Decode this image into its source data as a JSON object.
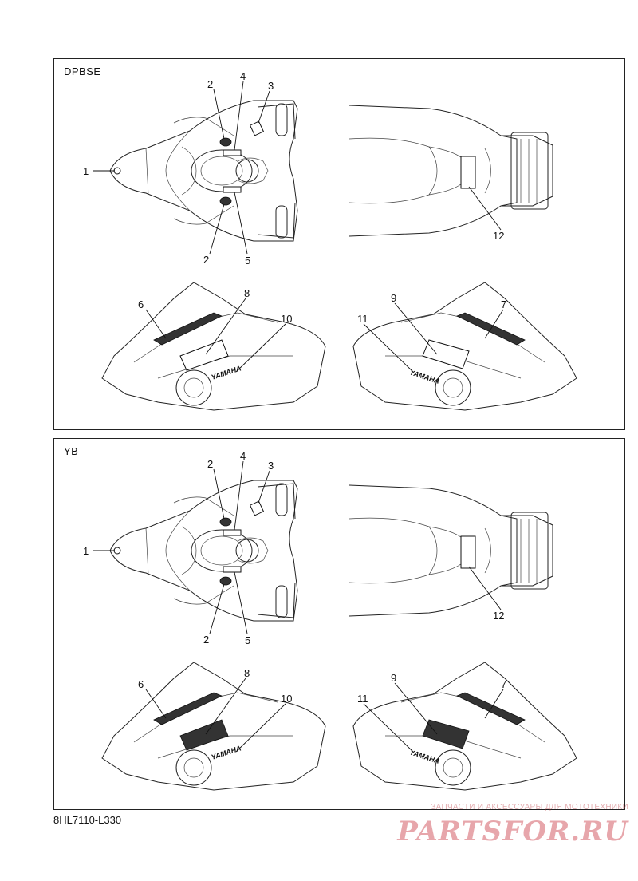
{
  "page": {
    "part_code": "8HL7110-L330"
  },
  "panels": [
    {
      "id": "dpbse",
      "label": "DPBSE",
      "callouts": [
        "1",
        "2",
        "3",
        "4",
        "2",
        "5",
        "12",
        "6",
        "8",
        "10",
        "11",
        "9",
        "7"
      ]
    },
    {
      "id": "yb",
      "label": "YB",
      "callouts": [
        "1",
        "2",
        "3",
        "4",
        "2",
        "5",
        "12",
        "6",
        "8",
        "10",
        "11",
        "9",
        "7"
      ]
    }
  ],
  "decal_brand": "YAMAHA",
  "watermark": {
    "tagline": "ЗАПЧАСТИ И АКСЕССУАРЫ ДЛЯ МОТОТЕХНИКИ",
    "brand": "PARTSFOR.RU"
  },
  "colors": {
    "line": "#222222",
    "watermark": "#c82e3a"
  }
}
